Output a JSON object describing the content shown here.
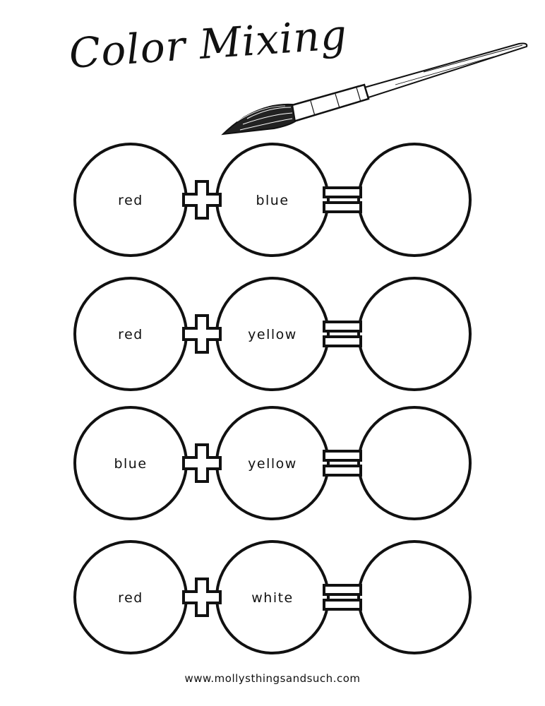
{
  "title": "Color Mixing",
  "website": "www.mollysthingsandsuch.com",
  "icons": {
    "decoration": "paintbrush-icon",
    "operator": "plus-icon",
    "result": "equals-icon"
  },
  "colors": {
    "ink": "#111111",
    "paper": "#ffffff"
  },
  "rows": [
    {
      "left": "red",
      "right": "blue",
      "result": ""
    },
    {
      "left": "red",
      "right": "yellow",
      "result": ""
    },
    {
      "left": "blue",
      "right": "yellow",
      "result": ""
    },
    {
      "left": "red",
      "right": "white",
      "result": ""
    }
  ]
}
